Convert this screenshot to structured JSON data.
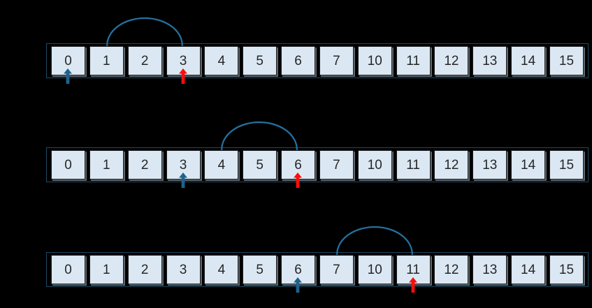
{
  "colors": {
    "background": "#000000",
    "container_border": "#1c4a63",
    "cell_fill": "#dbe8f4",
    "cell_text": "#262626",
    "arc_stroke": "#2471a0",
    "pointer_blue": "#1d628c",
    "pointer_red": "#fb0d0d"
  },
  "rows": [
    {
      "name": "step-1",
      "values": [
        "0",
        "1",
        "2",
        "3",
        "4",
        "5",
        "6",
        "7",
        "10",
        "11",
        "12",
        "13",
        "14",
        "15"
      ],
      "arc": {
        "from_index": 1,
        "to_index": 3
      },
      "pointers": [
        {
          "color": "blue",
          "index": 0
        },
        {
          "color": "red",
          "index": 3
        }
      ]
    },
    {
      "name": "step-2",
      "values": [
        "0",
        "1",
        "2",
        "3",
        "4",
        "5",
        "6",
        "7",
        "10",
        "11",
        "12",
        "13",
        "14",
        "15"
      ],
      "arc": {
        "from_index": 4,
        "to_index": 6
      },
      "pointers": [
        {
          "color": "blue",
          "index": 3
        },
        {
          "color": "red",
          "index": 6
        }
      ]
    },
    {
      "name": "step-3",
      "values": [
        "0",
        "1",
        "2",
        "3",
        "4",
        "5",
        "6",
        "7",
        "10",
        "11",
        "12",
        "13",
        "14",
        "15"
      ],
      "arc": {
        "from_index": 7,
        "to_index": 9
      },
      "pointers": [
        {
          "color": "blue",
          "index": 6
        },
        {
          "color": "red",
          "index": 9
        }
      ]
    }
  ]
}
